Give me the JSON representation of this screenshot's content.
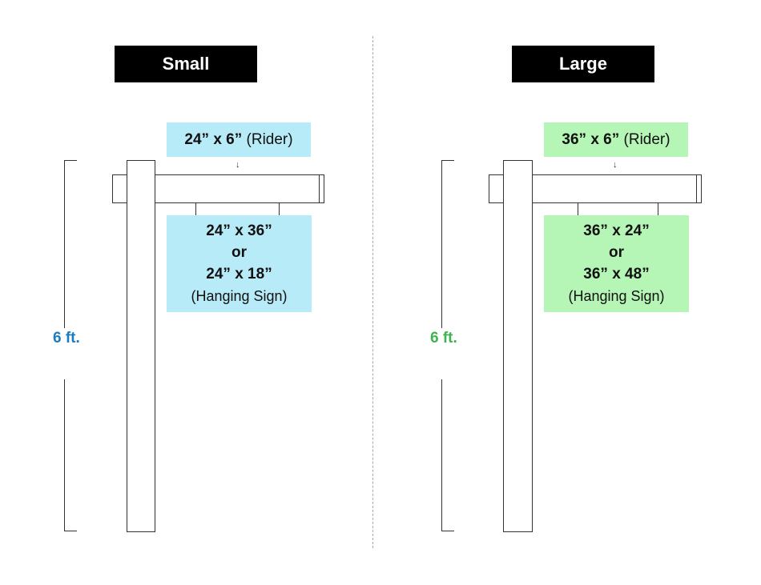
{
  "colors": {
    "small_accent": "#1f7bbf",
    "small_fill": "#b8ebf8",
    "large_accent": "#3fb34f",
    "large_fill": "#b5f5b5"
  },
  "small": {
    "header": "Small",
    "rider_dim": "24” x 6”",
    "rider_note": "(Rider)",
    "arrow": "↓",
    "hanging_dim_1": "24” x 36”",
    "hanging_or": "or",
    "hanging_dim_2": "24” x 18”",
    "hanging_note": "(Hanging Sign)",
    "height": "6 ft."
  },
  "large": {
    "header": "Large",
    "rider_dim": "36” x 6”",
    "rider_note": "(Rider)",
    "arrow": "↓",
    "hanging_dim_1": "36” x  24”",
    "hanging_or": "or",
    "hanging_dim_2": "36” x 48”",
    "hanging_note": "(Hanging Sign)",
    "height": "6 ft."
  }
}
